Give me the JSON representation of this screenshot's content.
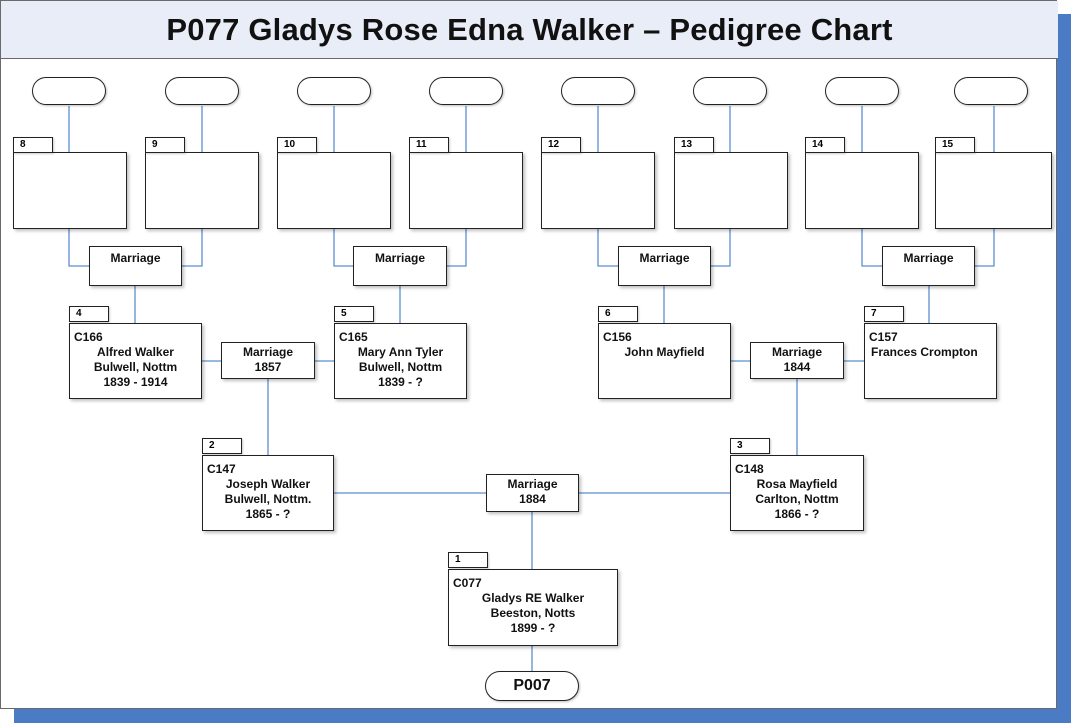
{
  "title": "P077 Gladys Rose Edna Walker – Pedigree Chart",
  "root_link": "P007",
  "ancestors": {
    "1": {
      "num": "1",
      "code": "C077",
      "name": "Gladys RE Walker",
      "place": "Beeston, Notts",
      "dates": "1899 - ?"
    },
    "2": {
      "num": "2",
      "code": "C147",
      "name": "Joseph Walker",
      "place": "Bulwell, Nottm.",
      "dates": "1865 - ?"
    },
    "3": {
      "num": "3",
      "code": "C148",
      "name": "Rosa Mayfield",
      "place": "Carlton, Nottm",
      "dates": "1866 - ?"
    },
    "4": {
      "num": "4",
      "code": "C166",
      "name": "Alfred Walker",
      "place": "Bulwell, Nottm",
      "dates": "1839 - 1914"
    },
    "5": {
      "num": "5",
      "code": "C165",
      "name": "Mary Ann Tyler",
      "place": "Bulwell, Nottm",
      "dates": "1839 - ?"
    },
    "6": {
      "num": "6",
      "code": "C156",
      "name": "John Mayfield",
      "place": "",
      "dates": ""
    },
    "7": {
      "num": "7",
      "code": "C157",
      "name": "Frances Crompton",
      "place": "",
      "dates": ""
    },
    "8": {
      "num": "8"
    },
    "9": {
      "num": "9"
    },
    "10": {
      "num": "10"
    },
    "11": {
      "num": "11"
    },
    "12": {
      "num": "12"
    },
    "13": {
      "num": "13"
    },
    "14": {
      "num": "14"
    },
    "15": {
      "num": "15"
    }
  },
  "marriages": {
    "m1": {
      "label": "Marriage",
      "year": "1884"
    },
    "m2": {
      "label": "Marriage",
      "year": "1857"
    },
    "m3": {
      "label": "Marriage",
      "year": "1844"
    },
    "m4": {
      "label": "Marriage",
      "year": ""
    },
    "m5": {
      "label": "Marriage",
      "year": ""
    },
    "m6": {
      "label": "Marriage",
      "year": ""
    },
    "m7": {
      "label": "Marriage",
      "year": ""
    }
  },
  "colors": {
    "connector": "#5b8fd0",
    "accent_shadow": "#4a7bc4",
    "header_bg": "#e8edf8"
  }
}
